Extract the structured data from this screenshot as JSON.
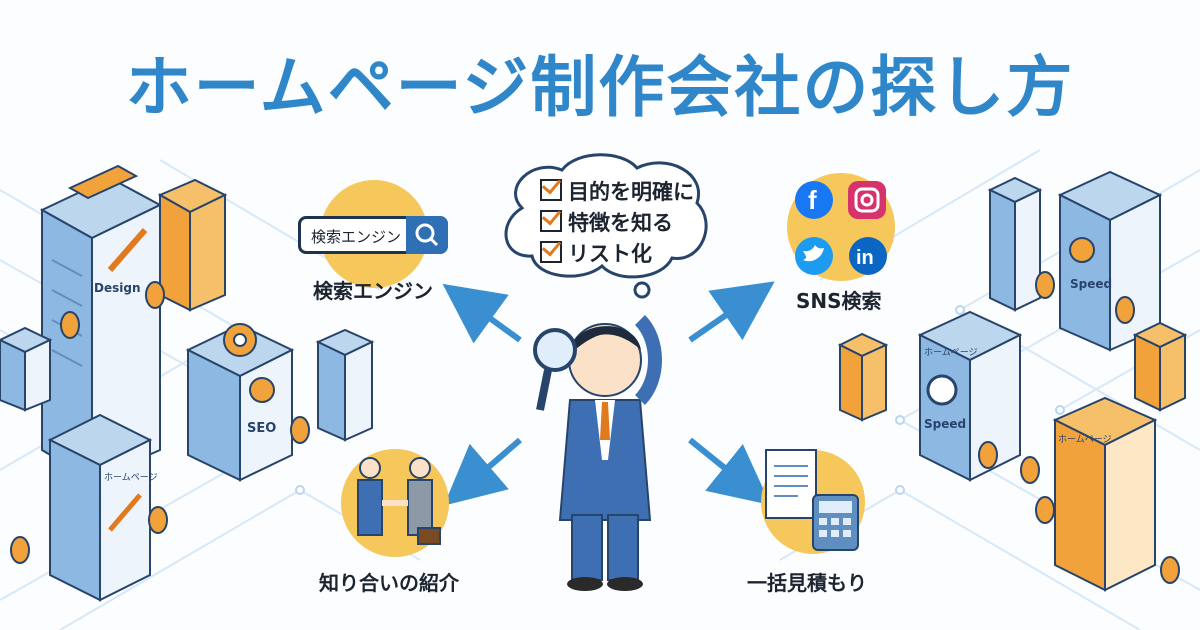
{
  "title": "ホームページ制作会社の探し方",
  "search": {
    "box_text": "検索エンジン",
    "label": "検索エンジン"
  },
  "sns": {
    "label": "SNS検索",
    "icons": [
      "facebook-icon",
      "instagram-icon",
      "twitter-icon",
      "linkedin-icon"
    ],
    "facebook_glyph": "f",
    "linkedin_glyph": "in"
  },
  "referral": {
    "label": "知り合いの紹介"
  },
  "estimate": {
    "label": "一括見積もり"
  },
  "checklist": [
    "目的を明確に",
    "特徴を知る",
    "リスト化"
  ],
  "buildings": {
    "design": "Design",
    "seo": "SEO",
    "speed_top": "Speed",
    "speed_mid": "Speed",
    "homepage_small": "ホームページ",
    "homepage_mid": "ホームページ",
    "homepage_right": "ホームページ"
  },
  "colors": {
    "title": "#2f86c8",
    "accent_orange": "#f2a23a",
    "accent_yellow": "#f6c75a",
    "blue": "#2f6fb4",
    "arrow": "#3a8fd0"
  }
}
